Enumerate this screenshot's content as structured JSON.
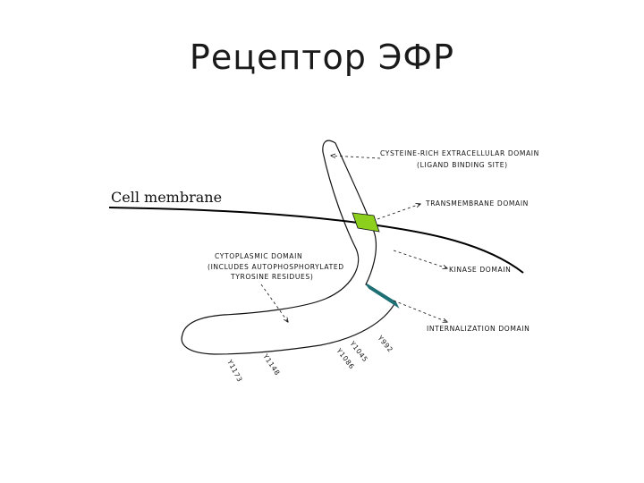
{
  "slide": {
    "title": "Рецептор ЭФР"
  },
  "diagram": {
    "cell_membrane": "Cell membrane",
    "extracellular_line1": "CYSTEINE-RICH EXTRACELLULAR DOMAIN",
    "extracellular_line2": "(LIGAND BINDING SITE)",
    "transmembrane": "TRANSMEMBRANE DOMAIN",
    "kinase": "KINASE DOMAIN",
    "internalization": "INTERNALIZATION DOMAIN",
    "cytoplasmic_line1": "CYTOPLASMIC DOMAIN",
    "cytoplasmic_line2": "(INCLUDES AUTOPHOSPHORYLATED",
    "cytoplasmic_line3": "TYROSINE RESIDUES)",
    "tyrosines": [
      "Y1173",
      "Y1148",
      "Y1086",
      "Y1045",
      "Y992"
    ],
    "colors": {
      "transmembrane_fill": "#8ccf1c",
      "internalization_fill": "#2a9aa0",
      "stroke": "#111111"
    }
  }
}
